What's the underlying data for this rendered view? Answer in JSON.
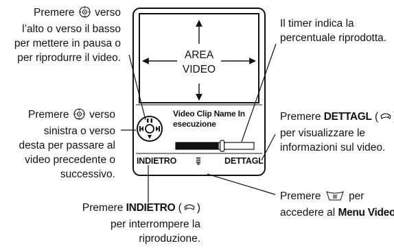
{
  "callouts": {
    "top_left": {
      "line1_pre": "Premere",
      "line1_post": "verso",
      "line2": "l’alto o verso il basso",
      "line3": "per mettere in pausa o",
      "line4": "per riprodurre il video."
    },
    "mid_left": {
      "line1_pre": "Premere",
      "line1_post": "verso",
      "line2": "sinistra o verso",
      "line3": "desta per passare al",
      "line4": "video precedente o",
      "line5": "successivo."
    },
    "top_right": {
      "line1": "Il timer indica la",
      "line2": "percentuale riprodotta."
    },
    "mid_right": {
      "line1_pre": "Premere",
      "line1_key": "DETTAGL",
      "line1_paren_open": "(",
      "line1_paren_close": ")",
      "line2": "per visualizzare le",
      "line3": "informazioni sul video."
    },
    "bottom_right": {
      "line1_pre": "Premere",
      "line1_post": "per",
      "line2_pre": "accedere al",
      "line2_key": "Menu Video"
    },
    "bottom_center": {
      "line1_pre": "Premere",
      "line1_key": "INDIETRO",
      "line1_paren_open": "(",
      "line1_paren_close": ")",
      "line2": "per interrompere la",
      "line3": "riproduzione."
    }
  },
  "screen": {
    "area_line1": "AREA",
    "area_line2": "VIDEO",
    "clip_line1": "Video Clip Name In",
    "clip_line2": "esecuzione",
    "left_softkey": "INDIETRO",
    "right_softkey": "DETTAGL",
    "progress_fraction": 0.55
  },
  "icons": {
    "nav_key": "nav-key-icon",
    "right_softkey_key": "right-softkey-icon",
    "left_softkey_key": "left-softkey-icon",
    "menu_key": "menu-key-icon",
    "menu_indicator": "menu-indicator-icon",
    "playback_control": "playback-control-icon"
  },
  "colors": {
    "ink": "#111111",
    "background": "#ffffff"
  }
}
